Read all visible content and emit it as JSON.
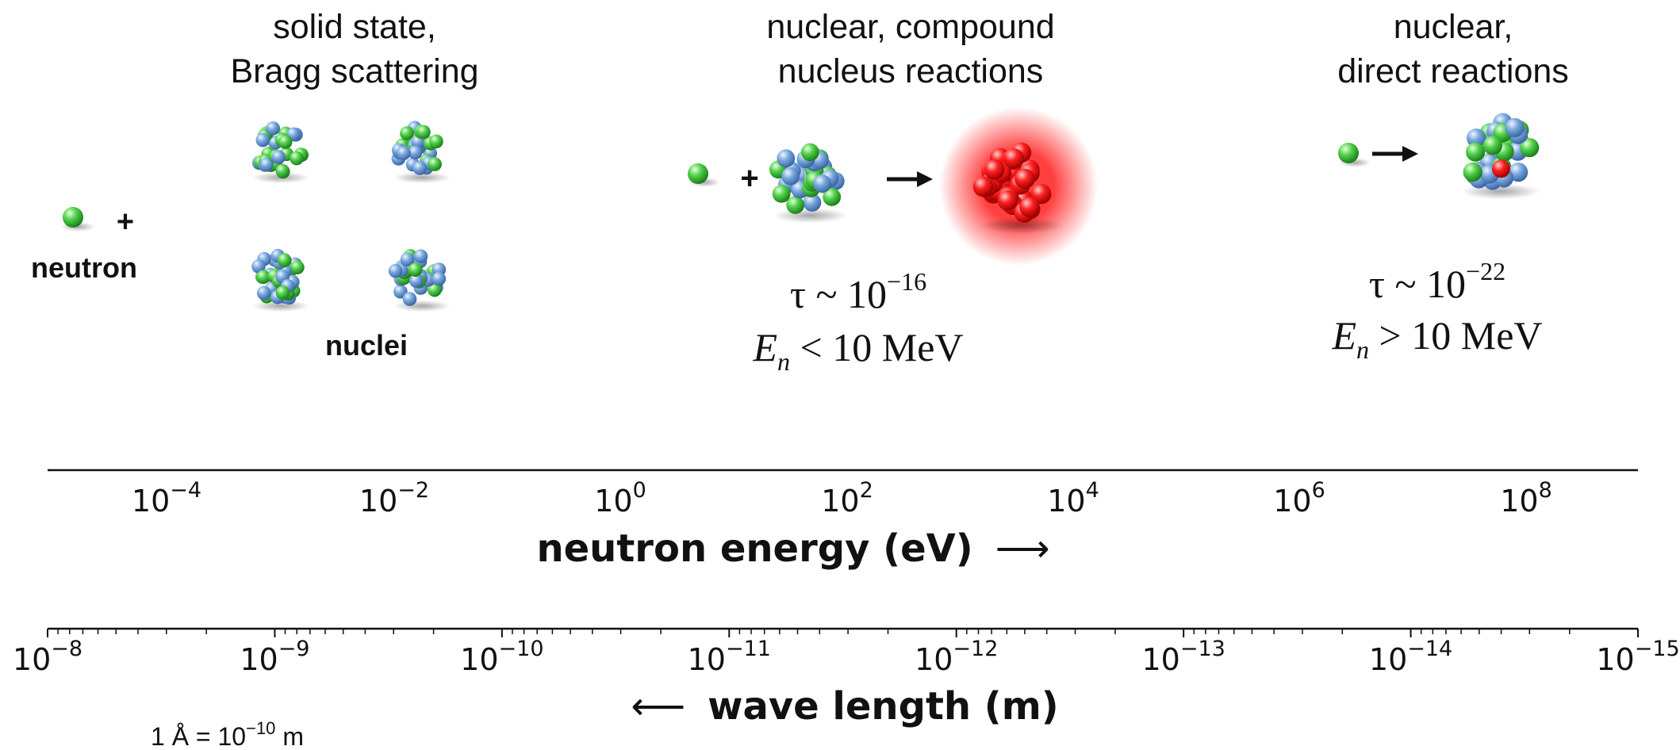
{
  "sections": {
    "solid": {
      "title_line1": "solid state,",
      "title_line2": "Bragg scattering"
    },
    "compound": {
      "title_line1": "nuclear, compound",
      "title_line2": "nucleus reactions"
    },
    "direct": {
      "title_line1": "nuclear,",
      "title_line2": "direct reactions"
    }
  },
  "labels": {
    "neutron": "neutron",
    "nuclei": "nuclei",
    "plus": "+"
  },
  "formulas": {
    "compound": {
      "tau": "τ ~ 10",
      "tau_exp": "−16",
      "energy_sym": "E",
      "energy_sub": "n",
      "energy_rest": " < 10 MeV"
    },
    "direct": {
      "tau": "τ ~ 10",
      "tau_exp": "−22",
      "energy_sym": "E",
      "energy_sub": "n",
      "energy_rest": " > 10 MeV"
    }
  },
  "energy_axis": {
    "label": "neutron energy (eV)",
    "arrow": "⟶",
    "ticks": [
      {
        "base": "10",
        "exp": "−4"
      },
      {
        "base": "10",
        "exp": "−2"
      },
      {
        "base": "10",
        "exp": "0"
      },
      {
        "base": "10",
        "exp": "2"
      },
      {
        "base": "10",
        "exp": "4"
      },
      {
        "base": "10",
        "exp": "6"
      },
      {
        "base": "10",
        "exp": "8"
      }
    ]
  },
  "wavelength_axis": {
    "label": "wave length (m)",
    "arrow": "⟵",
    "ticks": [
      {
        "base": "10",
        "exp": "−8"
      },
      {
        "base": "10",
        "exp": "−9"
      },
      {
        "base": "10",
        "exp": "−10"
      },
      {
        "base": "10",
        "exp": "−11"
      },
      {
        "base": "10",
        "exp": "−12"
      },
      {
        "base": "10",
        "exp": "−13"
      },
      {
        "base": "10",
        "exp": "−14"
      },
      {
        "base": "10",
        "exp": "−15"
      }
    ],
    "note": {
      "text": "1 Å = 10",
      "exp": "−10",
      "unit": " m"
    }
  },
  "colors": {
    "neutron_green": "#3fc23f",
    "nucleon_blue": "#6f9fd6",
    "compound_red": "#ff1a1a",
    "axis": "#111111"
  }
}
